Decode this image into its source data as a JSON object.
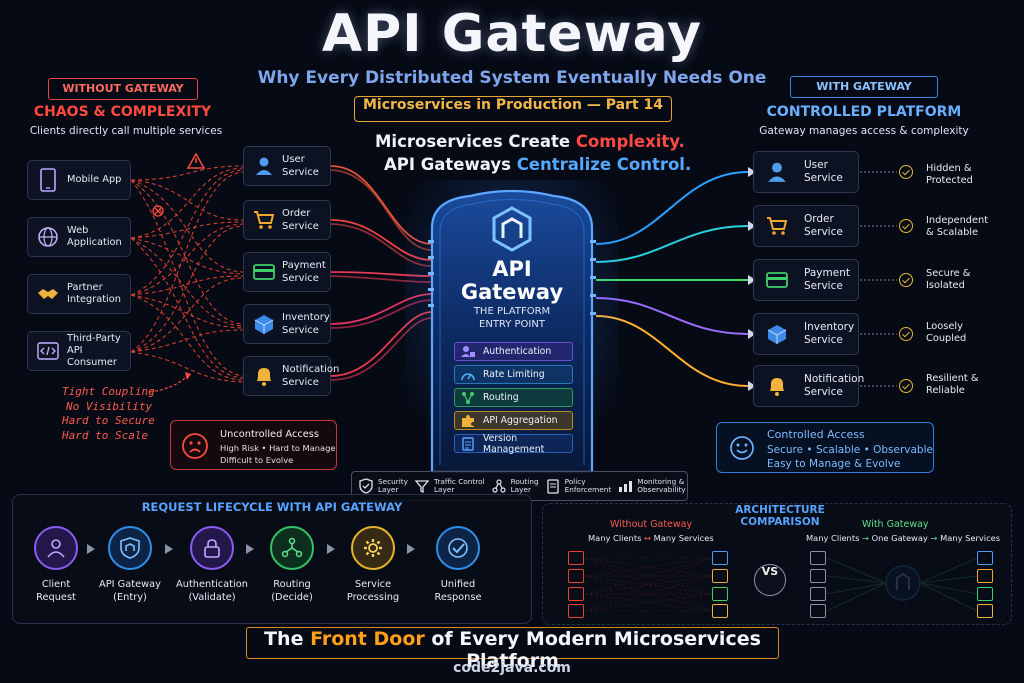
{
  "header": {
    "title": "API Gateway",
    "subtitle": "Why Every Distributed System Eventually Needs One",
    "series_badge": "Microservices in Production — Part 14",
    "tagline_1a": "Microservices Create ",
    "tagline_1b": "Complexity.",
    "tagline_2a": "API Gateways ",
    "tagline_2b": "Centralize Control."
  },
  "left": {
    "badge": "WITHOUT GATEWAY",
    "heading": "CHAOS & COMPLEXITY",
    "subtext": "Clients directly call multiple services",
    "clients": [
      {
        "line1": "Mobile App",
        "line2": "",
        "icon": "mobile-phone-icon"
      },
      {
        "line1": "Web",
        "line2": "Application",
        "icon": "globe-icon"
      },
      {
        "line1": "Partner",
        "line2": "Integration",
        "icon": "handshake-icon"
      },
      {
        "line1": "Third-Party",
        "line2": "API Consumer",
        "icon": "code-window-icon"
      }
    ],
    "services": [
      {
        "line1": "User",
        "line2": "Service",
        "icon": "user-icon"
      },
      {
        "line1": "Order",
        "line2": "Service",
        "icon": "cart-icon"
      },
      {
        "line1": "Payment",
        "line2": "Service",
        "icon": "card-icon"
      },
      {
        "line1": "Inventory",
        "line2": "Service",
        "icon": "cube-icon"
      },
      {
        "line1": "Notification",
        "line2": "Service",
        "icon": "bell-icon"
      }
    ],
    "problems": [
      "Tight Coupling",
      "No Visibility",
      "Hard to Secure",
      "Hard to Scale"
    ],
    "uncontrolled_title": "Uncontrolled Access",
    "uncontrolled_line1": "High Risk • Hard to Manage",
    "uncontrolled_line2": "Difficult to Evolve"
  },
  "gateway": {
    "title_1": "API",
    "title_2": "Gateway",
    "sub_1": "THE PLATFORM",
    "sub_2": "ENTRY POINT",
    "features": [
      {
        "label": "Authentication",
        "icon": "user-lock-icon",
        "color": "#8a6cf0"
      },
      {
        "label": "Rate Limiting",
        "icon": "speedometer-icon",
        "color": "#3aa8e8"
      },
      {
        "label": "Routing",
        "icon": "route-icon",
        "color": "#3fcf6a"
      },
      {
        "label": "API Aggregation",
        "icon": "puzzle-icon",
        "color": "#e6b32a"
      },
      {
        "label": "Version Management",
        "icon": "document-icon",
        "color": "#3a86e8"
      }
    ],
    "layers": [
      {
        "line1": "Security",
        "line2": "Layer",
        "icon": "shield-check-icon"
      },
      {
        "line1": "Traffic Control",
        "line2": "Layer",
        "icon": "funnel-icon"
      },
      {
        "line1": "Routing",
        "line2": "Layer",
        "icon": "routing-nodes-icon"
      },
      {
        "line1": "Policy",
        "line2": "Enforcement",
        "icon": "policy-doc-icon"
      },
      {
        "line1": "Monitoring &",
        "line2": "Observability",
        "icon": "bar-chart-icon"
      }
    ]
  },
  "right": {
    "badge": "WITH GATEWAY",
    "heading": "CONTROLLED PLATFORM",
    "subtext": "Gateway manages access & complexity",
    "services": [
      {
        "line1": "User",
        "line2": "Service",
        "benefit_1": "Hidden &",
        "benefit_2": "Protected",
        "color": "#4f9cf0"
      },
      {
        "line1": "Order",
        "line2": "Service",
        "benefit_1": "Independent",
        "benefit_2": "& Scalable",
        "color": "#f0a830"
      },
      {
        "line1": "Payment",
        "line2": "Service",
        "benefit_1": "Secure &",
        "benefit_2": "Isolated",
        "color": "#3fcf6a"
      },
      {
        "line1": "Inventory",
        "line2": "Service",
        "benefit_1": "Loosely",
        "benefit_2": "Coupled",
        "color": "#8a6cf0"
      },
      {
        "line1": "Notification",
        "line2": "Service",
        "benefit_1": "Resilient &",
        "benefit_2": "Reliable",
        "color": "#f0a830"
      }
    ],
    "controlled_title": "Controlled Access",
    "controlled_line1": "Secure • Scalable • Observable",
    "controlled_line2": "Easy to Manage & Evolve"
  },
  "lifecycle": {
    "title": "REQUEST LIFECYCLE WITH API GATEWAY",
    "steps": [
      {
        "line1": "Client",
        "line2": "Request",
        "icon": "person-icon",
        "color": "#8a5cf0"
      },
      {
        "line1": "API Gateway",
        "line2": "(Entry)",
        "icon": "gateway-shield-icon",
        "color": "#2f8fe8"
      },
      {
        "line1": "Authentication",
        "line2": "(Validate)",
        "icon": "padlock-icon",
        "color": "#8a5cf0"
      },
      {
        "line1": "Routing",
        "line2": "(Decide)",
        "icon": "route-nodes-icon",
        "color": "#34c463"
      },
      {
        "line1": "Service",
        "line2": "Processing",
        "icon": "gear-icon",
        "color": "#e6b32a"
      },
      {
        "line1": "Unified",
        "line2": "Response",
        "icon": "checkmark-icon",
        "color": "#2f8fe8"
      }
    ]
  },
  "comparison": {
    "title": "ARCHITECTURE COMPARISON",
    "left_title": "Without Gateway",
    "left_sub_a": "Many Clients",
    "left_sub_b": "Many Services",
    "vs": "VS",
    "right_title": "With Gateway",
    "right_sub_a": "Many Clients",
    "right_sub_b": "One Gateway",
    "right_sub_c": "Many Services"
  },
  "footer": {
    "a": "The ",
    "b": "Front Door",
    "c": " of Every Modern Microservices Platform",
    "site": "code2java.com"
  }
}
